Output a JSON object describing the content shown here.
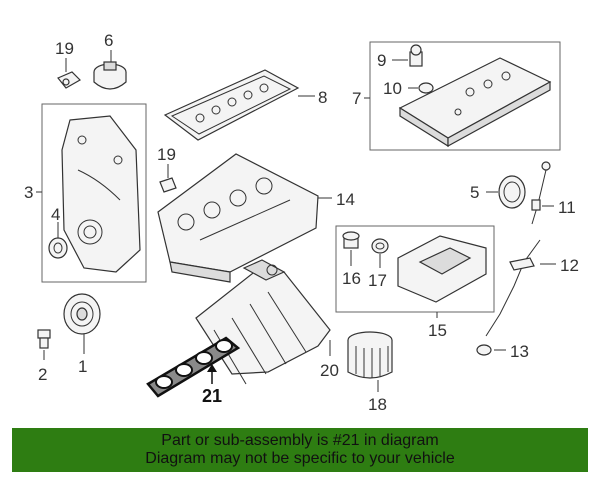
{
  "callouts": {
    "c19a": "19",
    "c6": "6",
    "c8": "8",
    "c9": "9",
    "c10": "10",
    "c7": "7",
    "c3": "3",
    "c4": "4",
    "c19b": "19",
    "c14": "14",
    "c5": "5",
    "c11": "11",
    "c16": "16",
    "c17": "17",
    "c12": "12",
    "c15": "15",
    "c1": "1",
    "c2": "2",
    "c13": "13",
    "c20": "20",
    "c21": "21",
    "c18": "18"
  },
  "banner": {
    "line1": "Part or sub-assembly is #21 in diagram",
    "line2": "Diagram may not be specific to your vehicle"
  },
  "colors": {
    "banner_bg": "#2e7d12",
    "highlight_part": "#1a1a1a"
  }
}
